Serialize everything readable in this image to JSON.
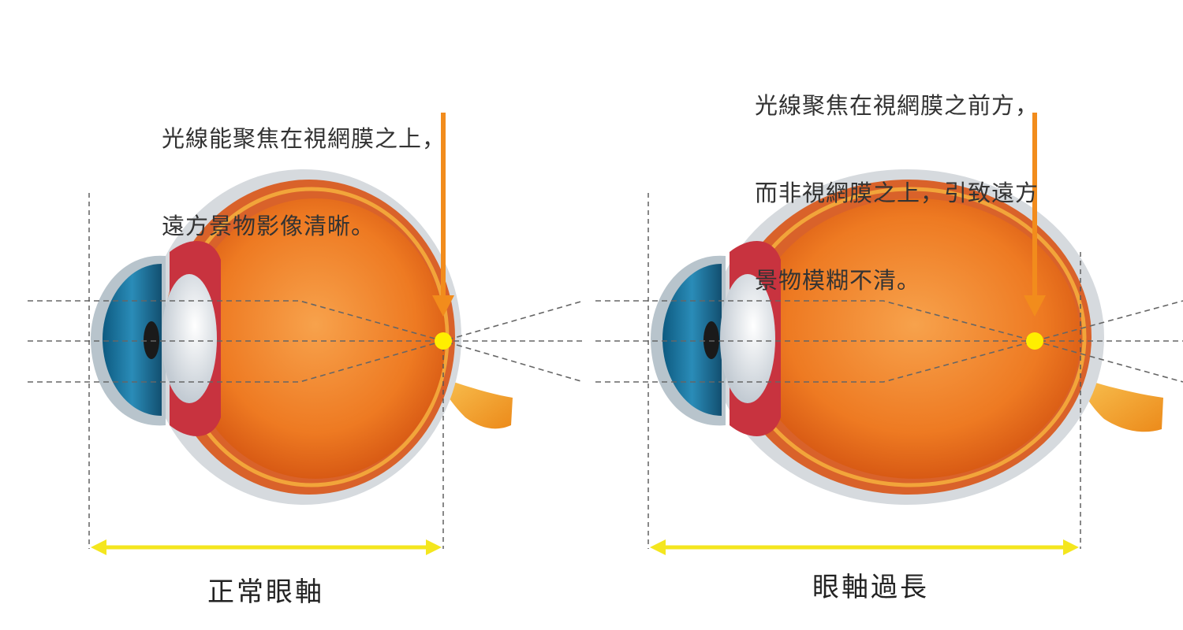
{
  "normal_eye": {
    "caption_lines": [
      "光線能聚焦在視網膜之上，",
      "遠方景物影像清晰。"
    ],
    "axis_label": "正常眼軸"
  },
  "myopic_eye": {
    "caption_lines": [
      "光線聚焦在視網膜之前方，",
      "而非視網膜之上，引致遠方",
      "景物模糊不清。"
    ],
    "axis_label": "眼軸過長"
  },
  "colors": {
    "eyeball": "#f07a1e",
    "sclera": "#d0d4d8",
    "cornea": "#1e6f96",
    "lens": "#e8ecf0",
    "focus_point": "#ffee00",
    "pointer_arrow": "#f28c1c",
    "axis_arrow": "#f4e61e",
    "optic_nerve": "#f5a830"
  }
}
